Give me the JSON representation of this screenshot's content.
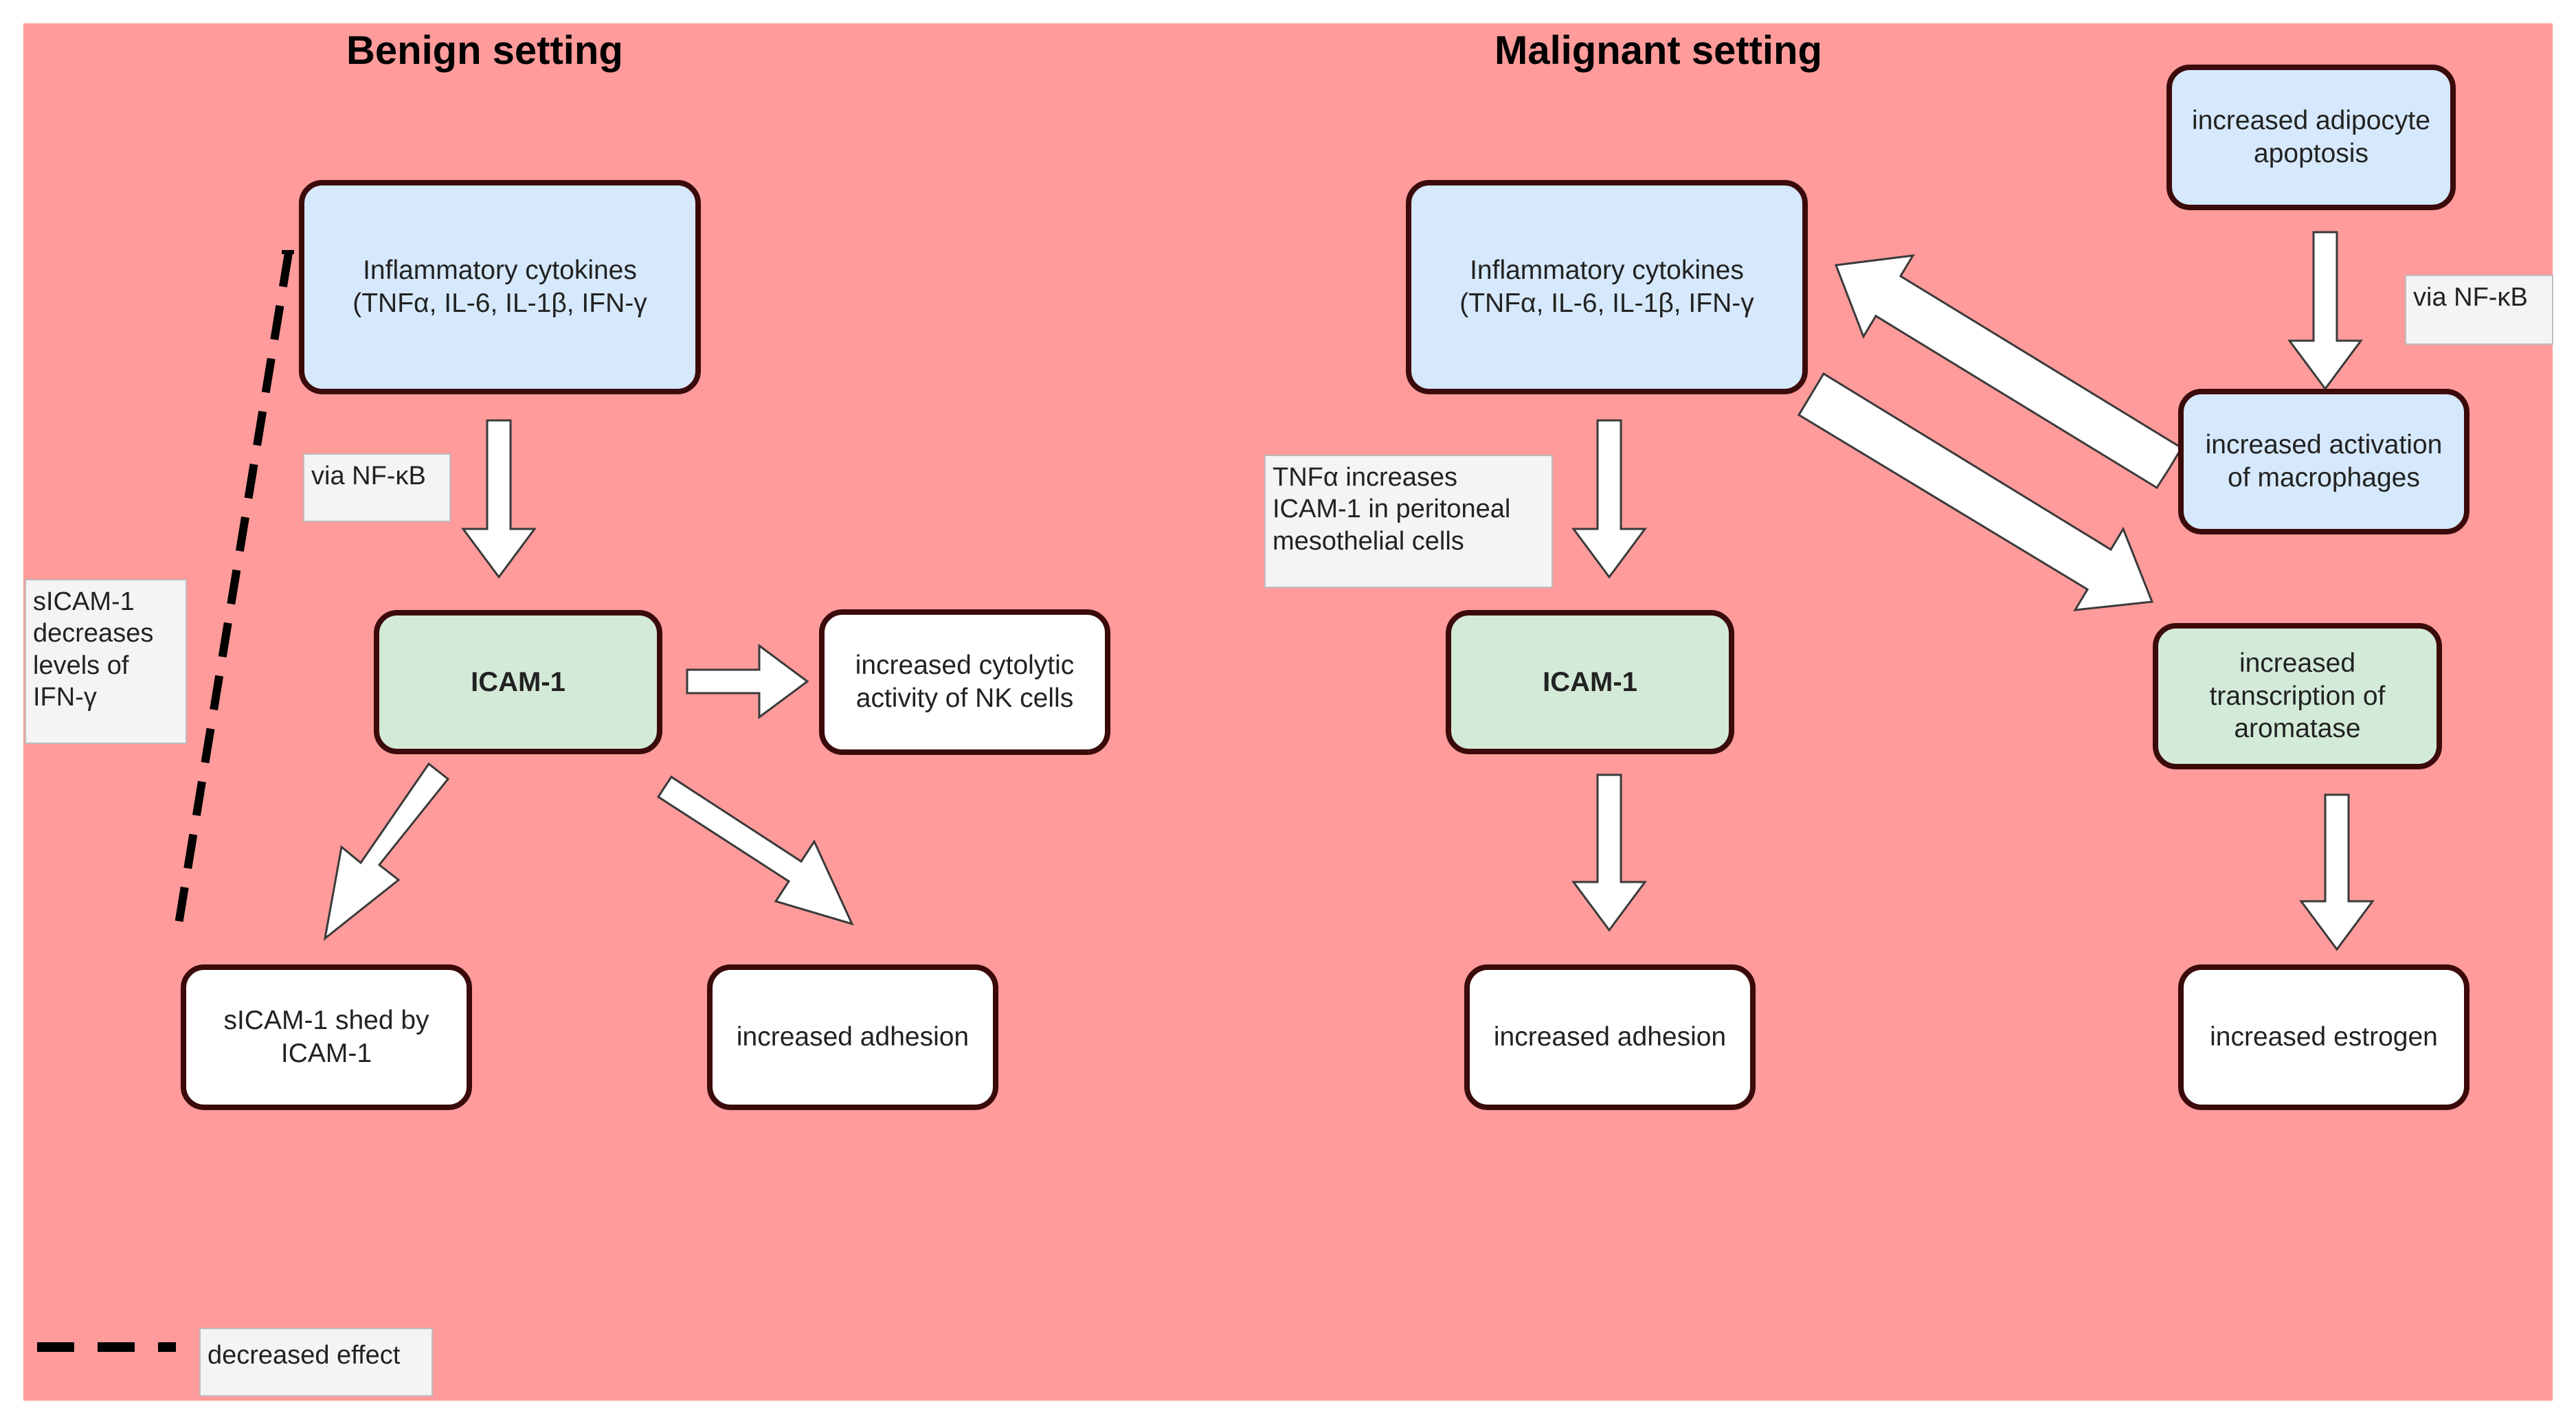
{
  "benign": {
    "title": "Benign setting",
    "cytokines": "Inflammatory cytokines\n(TNFα, IL-6, IL-1β, IFN-γ",
    "via_nfkb": "via NF-κB",
    "icam1": "ICAM-1",
    "cytolytic": "increased cytolytic\nactivity of NK cells",
    "sicam_shed": "sICAM-1 shed by\nICAM-1",
    "adhesion": "increased adhesion",
    "sicam_note": "sICAM-1\ndecreases\nlevels of\nIFN-γ"
  },
  "malignant": {
    "title": "Malignant setting",
    "cytokines": "Inflammatory cytokines\n(TNFα, IL-6, IL-1β, IFN-γ",
    "tnf_note": "TNFα increases\nICAM-1 in peritoneal\nmesothelial cells",
    "icam1": "ICAM-1",
    "adhesion": "increased adhesion",
    "adipocyte": "increased adipocyte\napoptosis",
    "via_nfkb": "via NF-κB",
    "macrophages": "increased activation\nof macrophages",
    "aromatase": "increased\ntranscription of\naromatase",
    "estrogen": "increased estrogen"
  },
  "legend": {
    "decreased_effect": "decreased effect"
  },
  "colors": {
    "background": "#ff9b9b",
    "box_border": "#3b0a0a",
    "blue_fill": "#d6e8fb",
    "green_fill": "#d4ead8",
    "white_fill": "#ffffff"
  }
}
